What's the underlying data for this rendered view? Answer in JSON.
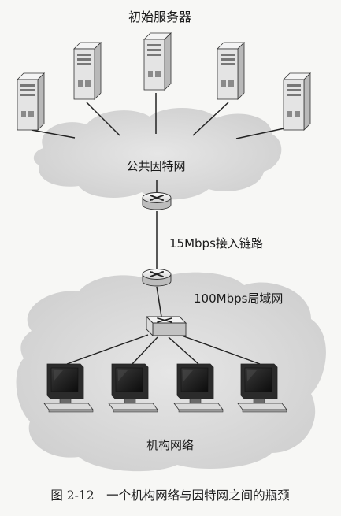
{
  "labels": {
    "origin_servers": "初始服务器",
    "public_internet": "公共因特网",
    "access_link": "15Mbps接入链路",
    "lan": "100Mbps局域网",
    "institutional_network": "机构网络"
  },
  "caption": "图 2-12　一个机构网络与因特网之间的瓶颈",
  "colors": {
    "cloud_fill": "#d6d6d6",
    "line": "#222222",
    "server_body": "#e2e2e2",
    "screen": "#1a1a1a"
  }
}
